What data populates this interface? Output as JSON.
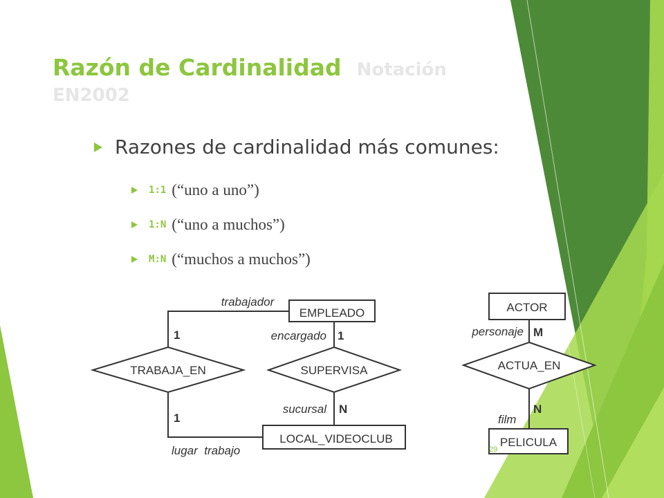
{
  "title": {
    "main": "Razón de Cardinalidad",
    "sub": "Notación EN2002"
  },
  "bullet": "Razones de cardinalidad más comunes:",
  "sub_bullets": [
    {
      "code": "1:1",
      "phrase": "(“uno a uno”)"
    },
    {
      "code": "1:N",
      "phrase": "(“uno a muchos”)"
    },
    {
      "code": "M:N",
      "phrase": "(“muchos a muchos”)"
    }
  ],
  "diagram": {
    "empleado": "EMPLEADO",
    "trabaja_en": "TRABAJA_EN",
    "supervisa": "SUPERVISA",
    "local_videoclub": "LOCAL_VIDEOCLUB",
    "role_trabajador": "trabajador",
    "role_encargado": "encargado",
    "role_sucursal": "sucursal",
    "role_lugar_trabajo": "lugar  trabajo",
    "card_trabaja_top": "1",
    "card_trabaja_bottom": "1",
    "card_supervisa_top": "1",
    "card_supervisa_bottom": "N",
    "actor": "ACTOR",
    "actua_en": "ACTUA_EN",
    "pelicula": "PELICULA",
    "role_personaje": "personaje",
    "role_film": "film",
    "card_actua_top": "M",
    "card_actua_bottom": "N"
  },
  "page_number": "29",
  "colors": {
    "accent": "#8dc63f",
    "dark_green": "#4b7a35",
    "text": "#404040"
  }
}
